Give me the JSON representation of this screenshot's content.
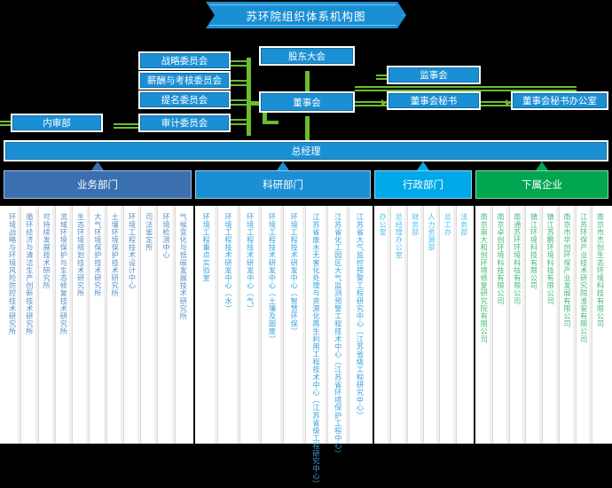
{
  "title": "苏环院组织体系机构图",
  "colors": {
    "box_blue": "#1b8fd4",
    "connector_green": "#6abd2e",
    "dept_business": "#3a6fb0",
    "dept_research": "#1b8fd4",
    "dept_admin": "#00a8e8",
    "dept_subsidiary": "#00a650",
    "text_business": "#5b8fc4",
    "text_research": "#3aa3dd",
    "text_admin": "#4ec3f0",
    "text_subsidiary": "#45b97c"
  },
  "governance": {
    "shareholders_meeting": "股东大会",
    "board_of_directors": "董事会",
    "supervisory_board": "监事会",
    "board_secretary": "董事会秘书",
    "board_secretary_office": "董事会秘书办公室",
    "general_manager": "总经理",
    "internal_audit": "内审部",
    "committees": [
      "战略委员会",
      "薪酬与考核委员会",
      "提名委员会",
      "审计委员会"
    ]
  },
  "departments": [
    {
      "label": "业务部门",
      "key": "business"
    },
    {
      "label": "科研部门",
      "key": "research"
    },
    {
      "label": "行政部门",
      "key": "admin"
    },
    {
      "label": "下属企业",
      "key": "subsidiary"
    }
  ],
  "units": {
    "business": [
      "环境战略与环境风险防控技术研究所",
      "循环经济与清洁生产创新技术研究所",
      "可持续发展技术研究所",
      "流域环境保护与生态修复技术研究所",
      "生态环境规划技术研究所",
      "大气环境保护技术研究所",
      "土壤环境保护技术研究所",
      "环境工程技术设计中心",
      "司法鉴定所",
      "环境检测中心",
      "气候变化与低碳发展技术研究所"
    ],
    "research": [
      "环境工程重点实验室",
      "环境工程技术研发中心（水）",
      "环境工程技术研发中心（气）",
      "环境工程技术研发中心（土壤及固废）",
      "环境工程技术研发中心（智慧环保）",
      "江苏省废水无害化处理与资源化再生利用工程技术中心（江苏省级工程研究中心）",
      "江苏省化工园区大气监测预警工程技术中心（江苏省环境保护工程中心）",
      "江苏省大气监控预警工程研究中心（江苏省级工程研究中心）"
    ],
    "admin": [
      "办公室",
      "总经理办公室",
      "财务部",
      "人力资源部",
      "总工办",
      "法务部"
    ],
    "subsidiary": [
      "南京南大和创环境修复研究院有限公司",
      "南京卓创环境科技有限公司",
      "南通苏环环境科技有限公司",
      "镇江环境科技有限公司",
      "镇江苏鹏环境科技有限公司",
      "南京市华创环保产业发展有限公司",
      "江苏环保产业技术研究院淮安有限公司",
      "南京市杰创生态环境科技有限公司"
    ]
  }
}
